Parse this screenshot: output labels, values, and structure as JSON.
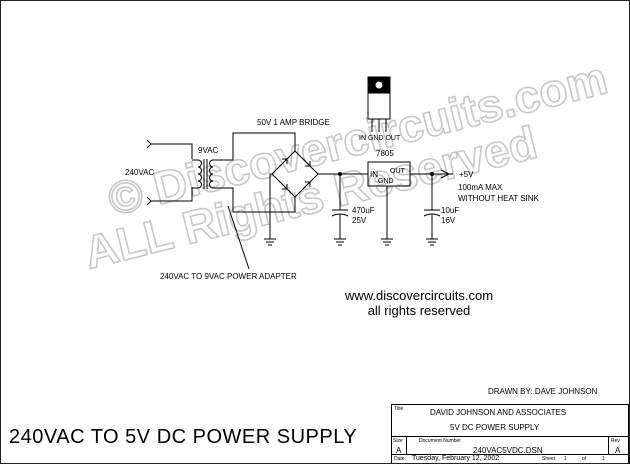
{
  "watermark": {
    "line1": "© Discovercircuits.com",
    "line2": "ALL Rights Reserved"
  },
  "labels": {
    "input_voltage": "240VAC",
    "secondary_voltage": "9VAC",
    "bridge": "50V 1 AMP BRIDGE",
    "regulator_part": "7805",
    "reg_pins": "IN  GND OUT",
    "reg_in": "IN",
    "reg_out": "OUT",
    "reg_gnd": "GND",
    "cap1_value": "470uF",
    "cap1_voltage": "25V",
    "cap2_value": "10uF",
    "cap2_voltage": "16V",
    "output_voltage": "+5V",
    "output_current": "100mA MAX",
    "output_note": "WITHOUT HEAT SINK",
    "adapter": "240VAC TO 9VAC POWER ADAPTER"
  },
  "website": {
    "url": "www.discovercircuits.com",
    "rights": "all rights reserved"
  },
  "drawn_by": "DRAWN BY:  DAVE JOHNSON",
  "main_title": "240VAC TO 5V DC POWER SUPPLY",
  "title_block": {
    "title_caption": "Title",
    "company": "DAVID JOHNSON AND ASSOCIATES",
    "project": "5V DC POWER SUPPLY",
    "size_caption": "Size",
    "size": "A",
    "docnum_caption": "Document Number",
    "docnum": "240VAC5VDC.DSN",
    "rev_caption": "Rev",
    "rev": "A",
    "date_caption": "Date:",
    "date": "Tuesday, February 12, 2002",
    "sheet_caption": "Sheet",
    "sheet_num": "1",
    "sheet_of": "of",
    "sheet_total": "1"
  }
}
